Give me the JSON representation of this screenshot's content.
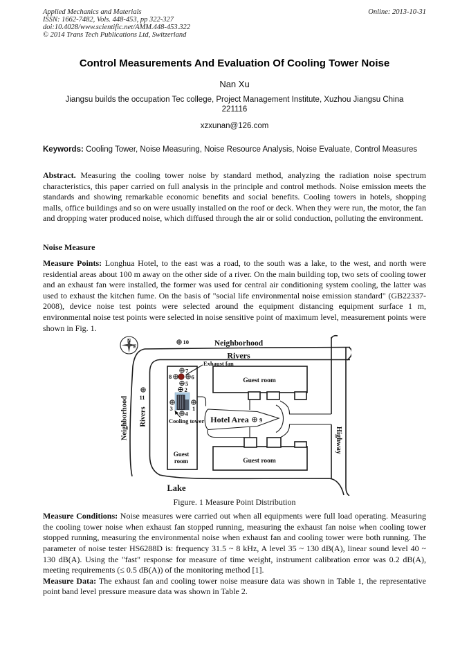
{
  "header": {
    "journal": "Applied Mechanics and Materials",
    "issn_line": "ISSN: 1662-7482, Vols. 448-453, pp 322-327",
    "doi_line": "doi:10.4028/www.scientific.net/AMM.448-453.322",
    "copyright_line": "© 2014 Trans Tech Publications Ltd, Switzerland",
    "online_date": "Online: 2013-10-31"
  },
  "article": {
    "title": "Control Measurements And Evaluation Of Cooling Tower Noise",
    "author": "Nan Xu",
    "affiliation_line1": "Jiangsu builds the occupation Tec college, Project Management Institute, Xuzhou Jiangsu China",
    "affiliation_line2": "221116",
    "email": "xzxunan@126.com"
  },
  "keywords": {
    "label": "Keywords:",
    "text": " Cooling Tower, Noise Measuring, Noise Resource Analysis, Noise Evaluate, Control Measures"
  },
  "abstract": {
    "label": "Abstract.",
    "text": " Measuring the cooling tower noise by standard method, analyzing the radiation noise spectrum characteristics, this paper carried on full analysis in the principle and control methods. Noise emission meets the standards and showing remarkable economic benefits and social benefits. Cooling towers in hotels, shopping malls, office buildings and so on were usually installed on the roof or deck. When they were run, the motor, the fan and dropping water produced noise, which diffused through the air or solid conduction, polluting the environment."
  },
  "sections": {
    "noise_measure_heading": "Noise Measure",
    "measure_points": {
      "label": "Measure Points:",
      "text": " Longhua Hotel, to the east was a road, to the south was a lake, to the west, and north were residential areas about 100 m away on the other side of a river. On the main building top, two sets of cooling tower and an exhaust fan were installed, the former was used for central air conditioning system cooling, the latter was used to exhaust the kitchen fume. On the basis of \"social life environmental noise emission standard\" (GB22337-2008), device noise test points were selected around the equipment distancing equipment surface 1 m, environmental noise test points were selected in noise sensitive point of maximum level, measurement points were shown in Fig. 1."
    },
    "measure_conditions": {
      "label": "Measure Conditions:",
      "text": " Noise measures were carried out when all equipments were full load operating. Measuring the cooling tower noise when exhaust fan stopped running, measuring the exhaust fan noise when cooling tower stopped running, measuring the environmental noise when exhaust fan and cooling tower were both running. The parameter of noise tester HS6288D is: frequency 31.5 ~ 8 kHz, A level 35 ~ 130 dB(A), linear sound level 40 ~ 130 dB(A). Using the \"fast\" response for measure of time weight, instrument calibration error was 0.2 dB(A), meeting requirements (≤ 0.5 dB(A))  of the monitoring method [1]."
    },
    "measure_data": {
      "label": "Measure Data:",
      "text": " The exhaust fan and cooling tower noise measure data was shown in Table 1, the representative point band level pressure measure data was shown in Table 2."
    }
  },
  "figure": {
    "caption": "Figure. 1  Measure Point Distribution",
    "compass": {
      "n": "N",
      "e": "E"
    },
    "labels": {
      "neighborhood_top": "Neighborhood",
      "rivers_top": "Rivers",
      "neighborhood_left": "Neighborhood",
      "rivers_left": "Rivers",
      "highway": "Highway",
      "lake": "Lake",
      "guest_room_top": "Guest room",
      "guest_room_bottom": "Guest room",
      "guest_small_line1": "Guest",
      "guest_small_line2": "room",
      "hotel_area": "Hotel Area",
      "cooling_tower": "Cooling tower",
      "exhaust_fan": "Exhaust fan"
    },
    "points": {
      "p1": "1",
      "p2": "2",
      "p3": "3",
      "p4": "4",
      "p5": "5",
      "p6": "6",
      "p7": "7",
      "p8": "8",
      "p9": "9",
      "p10": "10",
      "p11": "11"
    },
    "colors": {
      "fan_dot": "#8a1d15",
      "photo_sky": "#aecde4",
      "photo_building": "#2e3038"
    }
  }
}
